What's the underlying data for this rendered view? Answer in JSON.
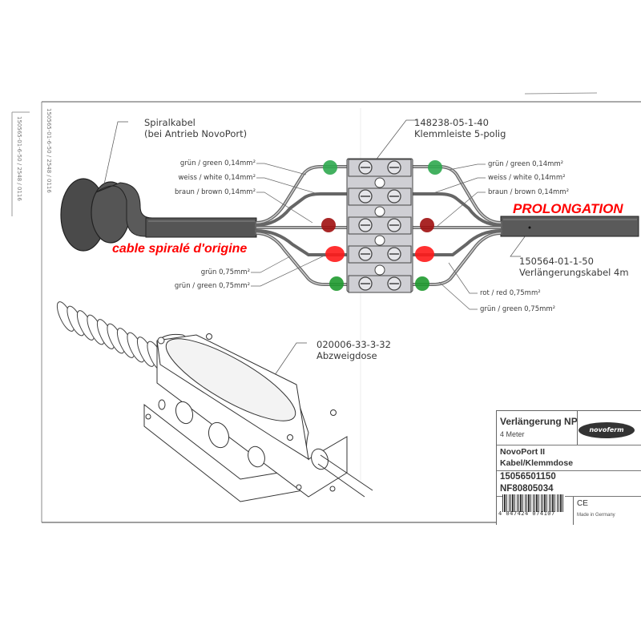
{
  "side_codes": {
    "outer": "150565-01-6-50 / 2548 / 0116",
    "inner": "150565-01-6-50 / 2548 / 0116"
  },
  "callouts": {
    "spiral_cable": {
      "line1": "Spiralkabel",
      "line2": "(bei Antrieb NovoPort)"
    },
    "terminal_strip": {
      "line1": "148238-05-1-40",
      "line2": "Klemmleiste 5-polig"
    },
    "extension_cable": {
      "line1": "150564-01-1-50",
      "line2": "Verlängerungskabel 4m"
    },
    "junction_box": {
      "line1": "020006-33-3-32",
      "line2": "Abzweigdose"
    }
  },
  "overlay_labels": {
    "left": "cable spiralé d'origine",
    "right": "PROLONGATION"
  },
  "overlay_color": "#ff0000",
  "wires_left": [
    {
      "label": "grün / green 0,14mm²",
      "marker_color": "#2fa84f"
    },
    {
      "label": "weiss / white 0,14mm²",
      "marker_color": null
    },
    {
      "label": "braun / brown 0,14mm²",
      "marker_color": "#a01010"
    },
    {
      "label": "grün   0,75mm²",
      "marker_color": "#ff1a1a"
    },
    {
      "label": "grün / green   0,75mm²",
      "marker_color": "#1f9a2f"
    }
  ],
  "wires_right": [
    {
      "label": "grün / green 0,14mm²",
      "marker_color": "#2fa84f"
    },
    {
      "label": "weiss / white 0,14mm²",
      "marker_color": null
    },
    {
      "label": "braun / brown 0,14mm²",
      "marker_color": "#a01010"
    },
    {
      "label": "rot / red   0,75mm²",
      "marker_color": "#ff1a1a"
    },
    {
      "label": "grün / green   0,75mm²",
      "marker_color": "#1f9a2f"
    }
  ],
  "product_label": {
    "title": "Verlängerung NP",
    "subtitle": "4 Meter",
    "brand": "novoferm",
    "product_line1": "NovoPort II",
    "product_line2": "Kabel/Klemmdose",
    "article_number": "15056501150",
    "nf_number": "NF80805034",
    "barcode_number": "4 047424 074107",
    "ce_mark": "CE",
    "made_in": "Made in Germany"
  }
}
